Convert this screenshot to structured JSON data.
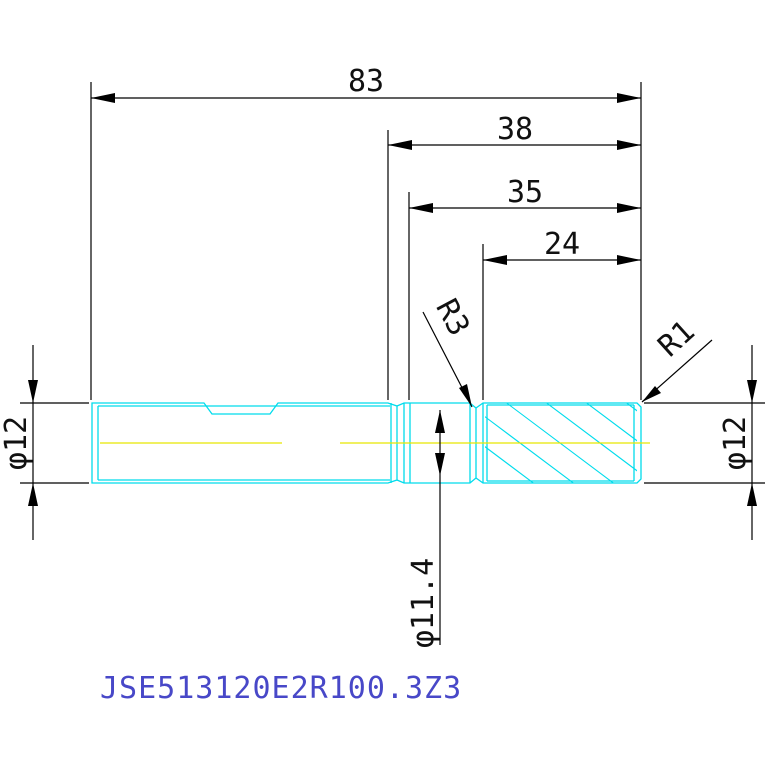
{
  "drawing": {
    "dimensions": {
      "overall_length": "83",
      "length_38": "38",
      "length_35": "35",
      "length_24": "24",
      "radius_left": "R3",
      "radius_right": "R1",
      "dia_left": "φ12",
      "dia_right": "φ12",
      "dia_neck": "φ11.4"
    },
    "part_number": "JSE513120E2R100.3Z3",
    "colors": {
      "part_outline": "#00dcec",
      "centerline": "#e8e800",
      "dimension": "#000000",
      "part_number_text": "#4848c8"
    }
  }
}
